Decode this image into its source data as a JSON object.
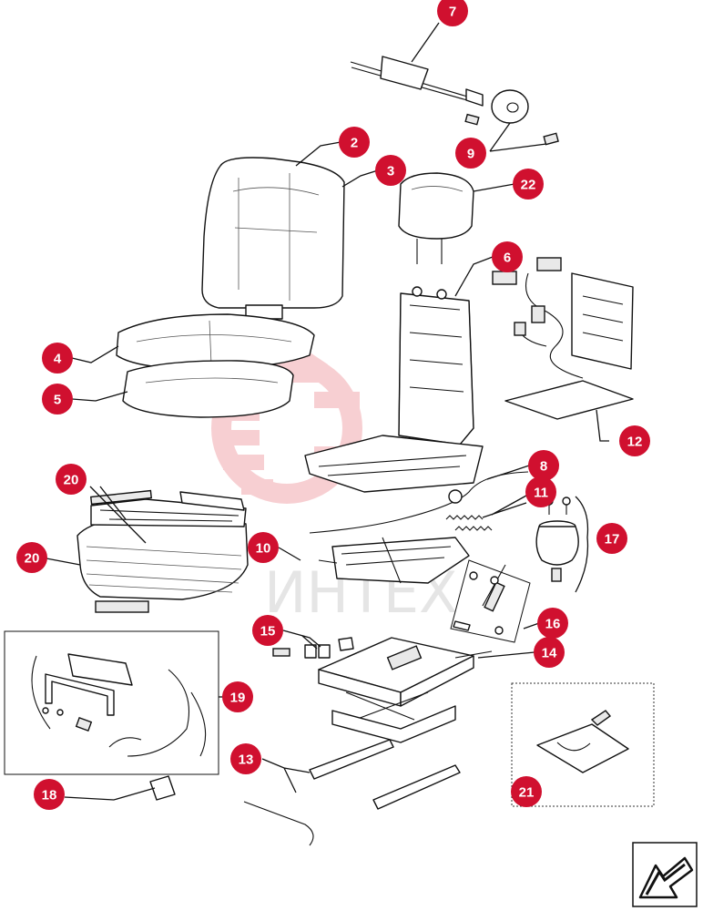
{
  "watermark": {
    "text": "ИНТЕХ",
    "color": "#f0a0a6"
  },
  "callout_color": "#d0102f",
  "callouts": [
    {
      "id": "c7",
      "label": "7"
    },
    {
      "id": "c2",
      "label": "2"
    },
    {
      "id": "c3",
      "label": "3"
    },
    {
      "id": "c9",
      "label": "9"
    },
    {
      "id": "c22",
      "label": "22"
    },
    {
      "id": "c6",
      "label": "6"
    },
    {
      "id": "c4",
      "label": "4"
    },
    {
      "id": "c5",
      "label": "5"
    },
    {
      "id": "c12",
      "label": "12"
    },
    {
      "id": "c8",
      "label": "8"
    },
    {
      "id": "c20a",
      "label": "20"
    },
    {
      "id": "c11",
      "label": "11"
    },
    {
      "id": "c17",
      "label": "17"
    },
    {
      "id": "c20b",
      "label": "20"
    },
    {
      "id": "c10",
      "label": "10"
    },
    {
      "id": "c16",
      "label": "16"
    },
    {
      "id": "c15",
      "label": "15"
    },
    {
      "id": "c14",
      "label": "14"
    },
    {
      "id": "c19",
      "label": "19"
    },
    {
      "id": "c13",
      "label": "13"
    },
    {
      "id": "c18",
      "label": "18"
    },
    {
      "id": "c21",
      "label": "21"
    }
  ],
  "icons": {
    "nav_arrow": "return-arrow-icon"
  }
}
